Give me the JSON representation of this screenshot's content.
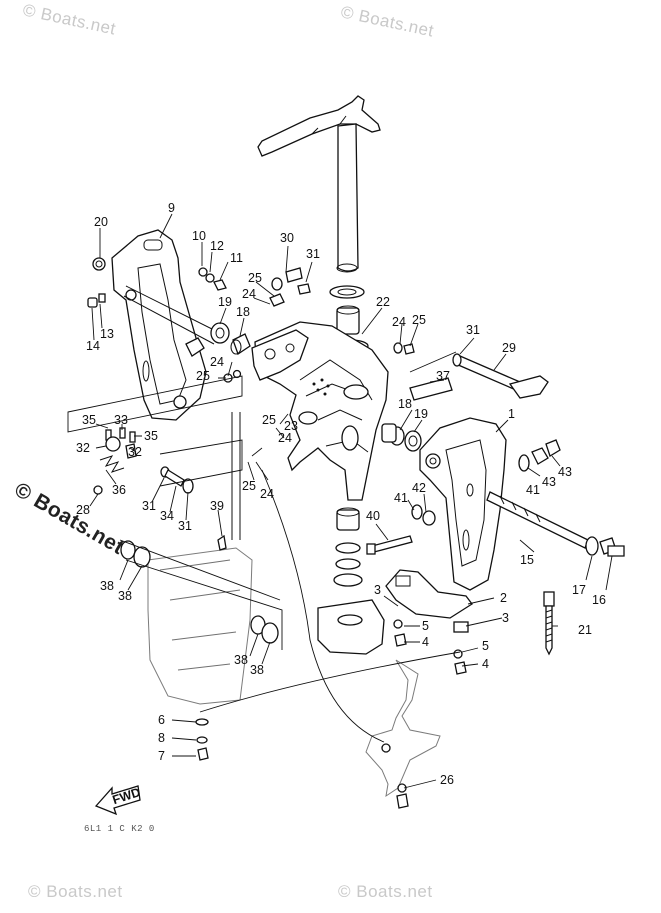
{
  "watermarks": {
    "text": "© Boats.net",
    "large_text": "© Boats.net"
  },
  "diagram_code": "6L1 1 C K2 0",
  "fwd_arrow_label": "FWD",
  "labels": {
    "p1": "1",
    "p2": "2",
    "p3a": "3",
    "p3b": "3",
    "p4a": "4",
    "p4b": "4",
    "p5a": "5",
    "p5b": "5",
    "p6": "6",
    "p7": "7",
    "p8": "8",
    "p9": "9",
    "p10": "10",
    "p11": "11",
    "p12": "12",
    "p13": "13",
    "p14": "14",
    "p15": "15",
    "p16": "16",
    "p17": "17",
    "p18a": "18",
    "p18b": "18",
    "p19a": "19",
    "p19b": "19",
    "p20": "20",
    "p21": "21",
    "p22": "22",
    "p23": "23",
    "p24a": "24",
    "p24b": "24",
    "p24c": "24",
    "p24d": "24",
    "p25a": "25",
    "p25b": "25",
    "p25c": "25",
    "p25d": "25",
    "p25e": "25",
    "p26": "26",
    "p28": "28",
    "p29": "29",
    "p30": "30",
    "p31a": "31",
    "p31b": "31",
    "p31c": "31",
    "p31d": "31",
    "p32a": "32",
    "p32b": "32",
    "p33": "33",
    "p34": "34",
    "p35a": "35",
    "p35b": "35",
    "p36": "36",
    "p37": "37",
    "p38a": "38",
    "p38b": "38",
    "p38c": "38",
    "p38d": "38",
    "p39": "39",
    "p40": "40",
    "p41a": "41",
    "p41b": "41",
    "p42": "42",
    "p43a": "43",
    "p43b": "43"
  }
}
